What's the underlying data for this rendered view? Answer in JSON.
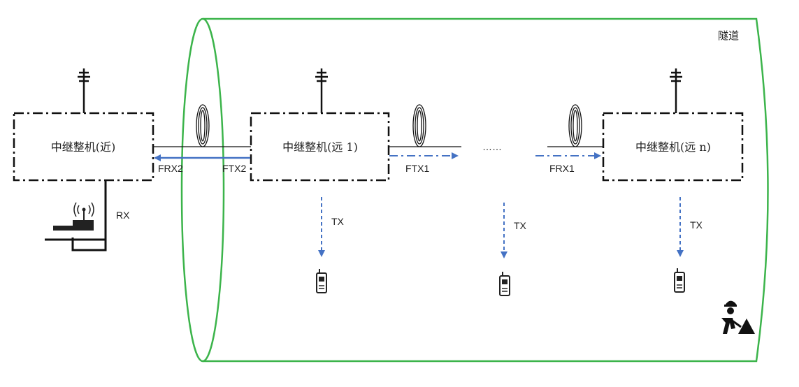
{
  "tunnel": {
    "label": "隧道",
    "color": "#3cb44b"
  },
  "colors": {
    "signal": "#4472c4",
    "line": "#111111"
  },
  "units": {
    "near": "中继整机(近)",
    "far1": "中继整机(远 1)",
    "farn": "中继整机(远 n)"
  },
  "labels": {
    "rx": "RX",
    "frx2": "FRX2",
    "ftx2": "FTX2",
    "ftx1": "FTX1",
    "frx1": "FRX1",
    "tx1": "TX",
    "tx2": "TX",
    "tx3": "TX",
    "ellipsis": "……"
  },
  "icons": {
    "antenna": "antenna-icon",
    "fiber_coil": "fiber-coil-icon",
    "base_station": "base-station-icon",
    "radio": "walkie-talkie-icon",
    "worker": "construction-worker-icon"
  }
}
